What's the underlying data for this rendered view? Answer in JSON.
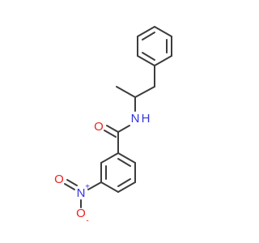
{
  "molecule": {
    "atoms": {
      "amide_n": {
        "symbol": "N",
        "hydrogen": "H"
      },
      "carbonyl_o": {
        "symbol": "O"
      },
      "nitro_n": {
        "symbol": "N",
        "charge": "+"
      },
      "nitro_o1": {
        "symbol": "O"
      },
      "nitro_o2": {
        "symbol": "O",
        "charge": "-"
      }
    }
  },
  "colors": {
    "bond": "#3c3c3c",
    "nitrogen": "#3333dd",
    "oxygen": "#ee2222"
  }
}
